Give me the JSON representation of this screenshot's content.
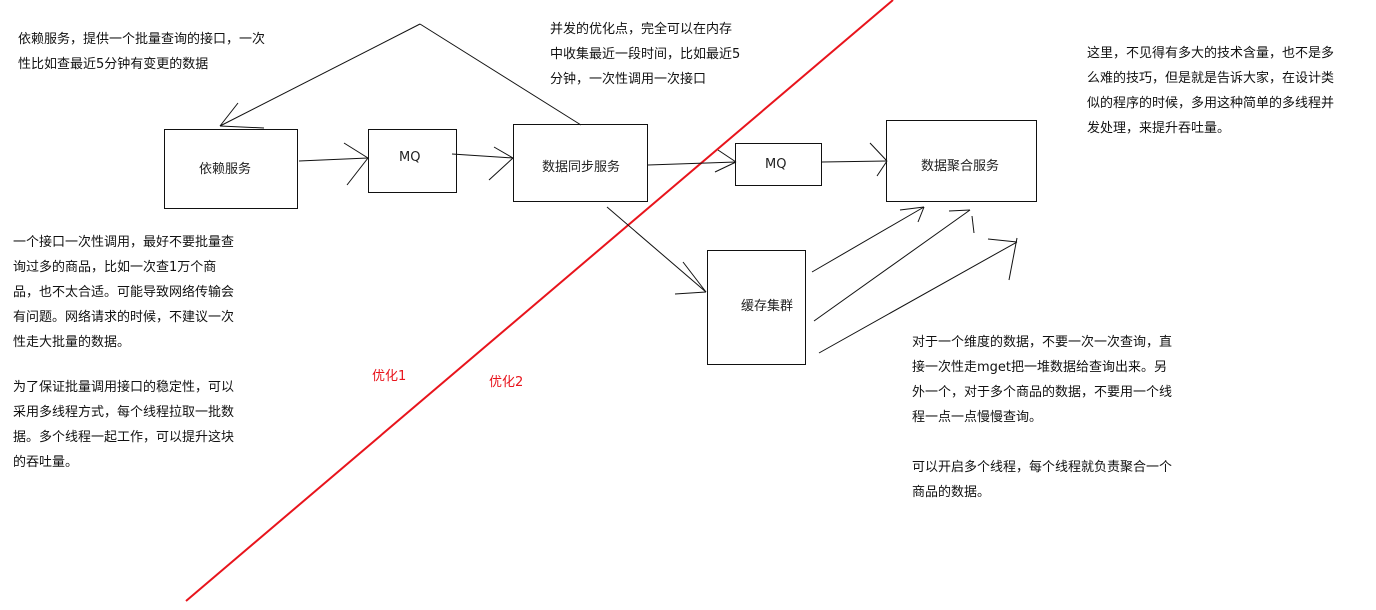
{
  "colors": {
    "line": "#111111",
    "divider": "#e8141c",
    "label_red": "#e8141c",
    "background": "#ffffff"
  },
  "nodes": {
    "dependency_service": "依赖服务",
    "mq1": "MQ",
    "data_sync_service": "数据同步服务",
    "mq2": "MQ",
    "data_aggregation_service": "数据聚合服务",
    "cache_cluster": "缓存集群"
  },
  "notes": {
    "top_left": "依赖服务，提供一个批量查询的接口，一次\n性比如查最近5分钟有变更的数据",
    "top_middle": "并发的优化点，完全可以在内存\n中收集最近一段时间，比如最近5\n分钟，一次性调用一次接口",
    "top_right": "这里，不见得有多大的技术含量，也不是多\n么难的技巧，但是就是告诉大家，在设计类\n似的程序的时候，多用这种简单的多线程并\n发处理，来提升吞吐量。",
    "left_1": "一个接口一次性调用，最好不要批量查\n询过多的商品，比如一次查1万个商\n品，也不太合适。可能导致网络传输会\n有问题。网络请求的时候，不建议一次\n性走大批量的数据。",
    "left_2": "为了保证批量调用接口的稳定性，可以\n采用多线程方式，每个线程拉取一批数\n据。多个线程一起工作，可以提升这块\n的吞吐量。",
    "bottom_right_1": "对于一个维度的数据，不要一次一次查询，直\n接一次性走mget把一堆数据给查询出来。另\n外一个，对于多个商品的数据，不要用一个线\n程一点一点慢慢查询。",
    "bottom_right_2": "可以开启多个线程，每个线程就负责聚合一个\n商品的数据。"
  },
  "labels": {
    "optimization_1": "优化1",
    "optimization_2": "优化2"
  }
}
